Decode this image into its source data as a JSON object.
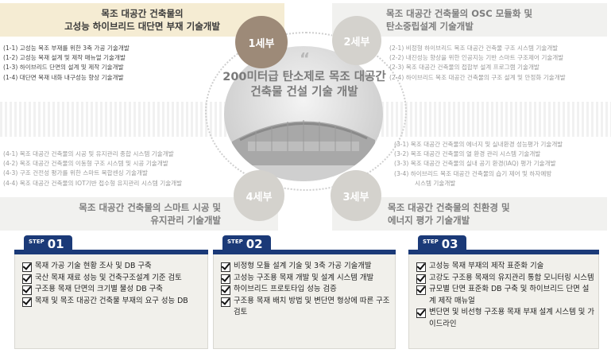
{
  "center": {
    "quote": "“",
    "title_line1": "200미터급 탄소제로 목조 대공간",
    "title_line2": "건축물 건설 기술 개발"
  },
  "sub1": {
    "badge": "1세부",
    "title_line1": "목조 대공간 건축물의",
    "title_line2": "고성능 하이브리드 대단면 부재 기술개발",
    "items": [
      "(1-1) 고성능 목조 부재를 위한 3축 가공 기술개발",
      "(1-2) 고성능 목재 설계 및 제작 매뉴얼 기술개발",
      "(1-3) 하이브리드 단면의 설계 및 제작 기술개발",
      "(1-4) 대단면 목재 내화 내구성능 향상 기술개발"
    ]
  },
  "sub2": {
    "badge": "2세부",
    "title_line1": "목조 대공간 건축물의 OSC 모듈화 및",
    "title_line2": "탄소중립설계 기술개발",
    "items": [
      "(2-1) 비정형 하이브리드 목조 대공간 건축물 구조 시스템 기술개발",
      "(2-2) 내진성능 향상을 위한 인공지능 기반 스마트 구조제어 기술개발",
      "(2-3) 목조 대공간 건축물의 접합부 설계 프로그램 기술개발",
      "(2-4) 하이브리드 목조 대공간 건축물의 구조 설계 및 안정화 기술개발"
    ]
  },
  "sub3": {
    "badge": "3세부",
    "title_line1": "목조 대공간 건축물의 친환경 및",
    "title_line2": "에너지 평가 기술개발",
    "items": [
      "(3-1) 목조 대공간 건축물의 에너지 및 실내환경 성능평가 기술개발",
      "(3-2) 목조 대공간 건축물의 열 환경 관리 시스템 기술개발",
      "(3-3) 목조 대공간 건축물의 실내 공기 환경(IAQ) 평가 기술개발",
      "(3-4) 하이브리드 목조 대공간 건축물의 습기 제어 및 하자예방",
      "시스템 기술개발"
    ]
  },
  "sub4": {
    "badge": "4세부",
    "title_line1": "목조 대공간 건축물의 스마트 시공 및",
    "title_line2": "유지관리 기술개발",
    "items": [
      "(4-1) 목조 대공간 건축물의 시공 및 유지관리 종합 시스템 기술개발",
      "(4-2) 목조 대공간 건축물의 이동형 구조 시스템 및 시공 기술개발",
      "(4-3) 구조 건전성 평가를 위한 스마트 복합센싱 기술개발",
      "(4-4) 목조 대공간 건축물의 IOT기반 접수형 유지관리 시스템 기술개발"
    ]
  },
  "steps": [
    {
      "label": "STEP",
      "num": "01",
      "items": [
        "목재 가공 기술 현황 조사 및 DB 구축",
        "국산 목재 재료 성능 및 건축구조설계 기준 검토",
        "구조용 목재 단면의 크기별 물성 DB 구축",
        "목재 및 목조 대공간 건축물 부재의 요구 성능 DB"
      ]
    },
    {
      "label": "STEP",
      "num": "02",
      "items": [
        "비정형 모듈 설계 기술 및 3축 가공 기술개발",
        "고성능 구조용 목재 개발 및 설계 시스템 개발",
        "하이브리드 프로토타입 성능 검증",
        "구조용 목재 배치 방법 및 변단면 형상에 따른 구조 검토"
      ]
    },
    {
      "label": "STEP",
      "num": "03",
      "items": [
        "고성능 목재 부재의 제작 표준화 기술",
        "고강도 구조용 목재의 유지관리 통합 모니터링 시스템",
        "규모별 단면 표준화 DB 구축 및 하이브리드 단면 설계 제작 매뉴얼",
        "변단면 및 비선형 구조용 목재 부재 설계 시스템 및 가이드라인"
      ]
    }
  ],
  "colors": {
    "step_bar": "#1b3a78",
    "active_badge": "#9d8a78",
    "faded_badge": "#d4d2cd",
    "active_title_bg": "#f5ecd3"
  }
}
